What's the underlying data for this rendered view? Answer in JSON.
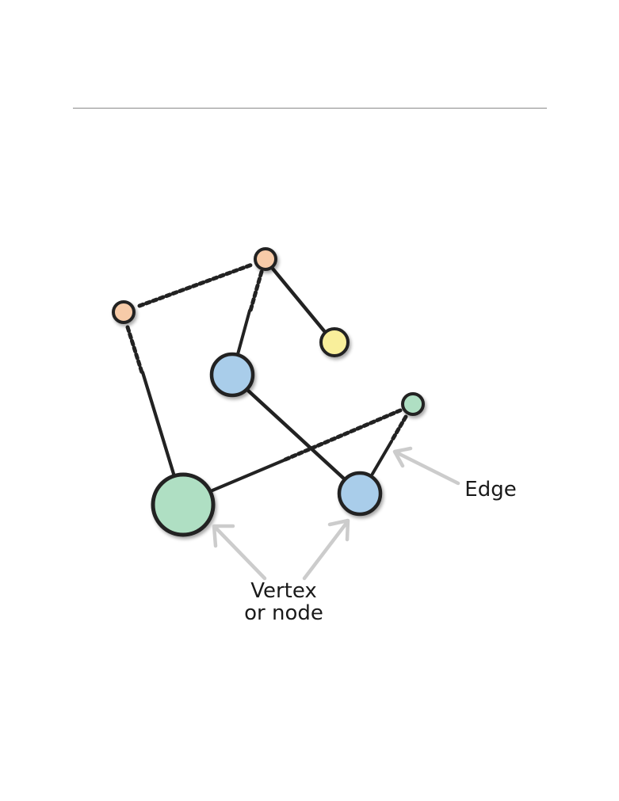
{
  "diagram": {
    "labels": {
      "vertex_line1": "Vertex",
      "vertex_line2": "or node",
      "edge": "Edge"
    },
    "colors": {
      "peach": "#f7cba8",
      "yellow": "#f9ef9b",
      "blue": "#a9cdea",
      "green": "#afdfc3",
      "stroke": "#222222",
      "arrow": "#cccccc"
    },
    "nodes": [
      {
        "id": "n1",
        "color": "peach"
      },
      {
        "id": "n2",
        "color": "peach"
      },
      {
        "id": "n3",
        "color": "yellow"
      },
      {
        "id": "n4",
        "color": "blue"
      },
      {
        "id": "n5",
        "color": "green"
      },
      {
        "id": "n6",
        "color": "green"
      },
      {
        "id": "n7",
        "color": "blue"
      }
    ],
    "edges": [
      {
        "from": "n1",
        "to": "n2"
      },
      {
        "from": "n2",
        "to": "n3"
      },
      {
        "from": "n2",
        "to": "n4"
      },
      {
        "from": "n1",
        "to": "n6"
      },
      {
        "from": "n4",
        "to": "n7"
      },
      {
        "from": "n6",
        "to": "n5"
      },
      {
        "from": "n5",
        "to": "n7"
      }
    ]
  }
}
